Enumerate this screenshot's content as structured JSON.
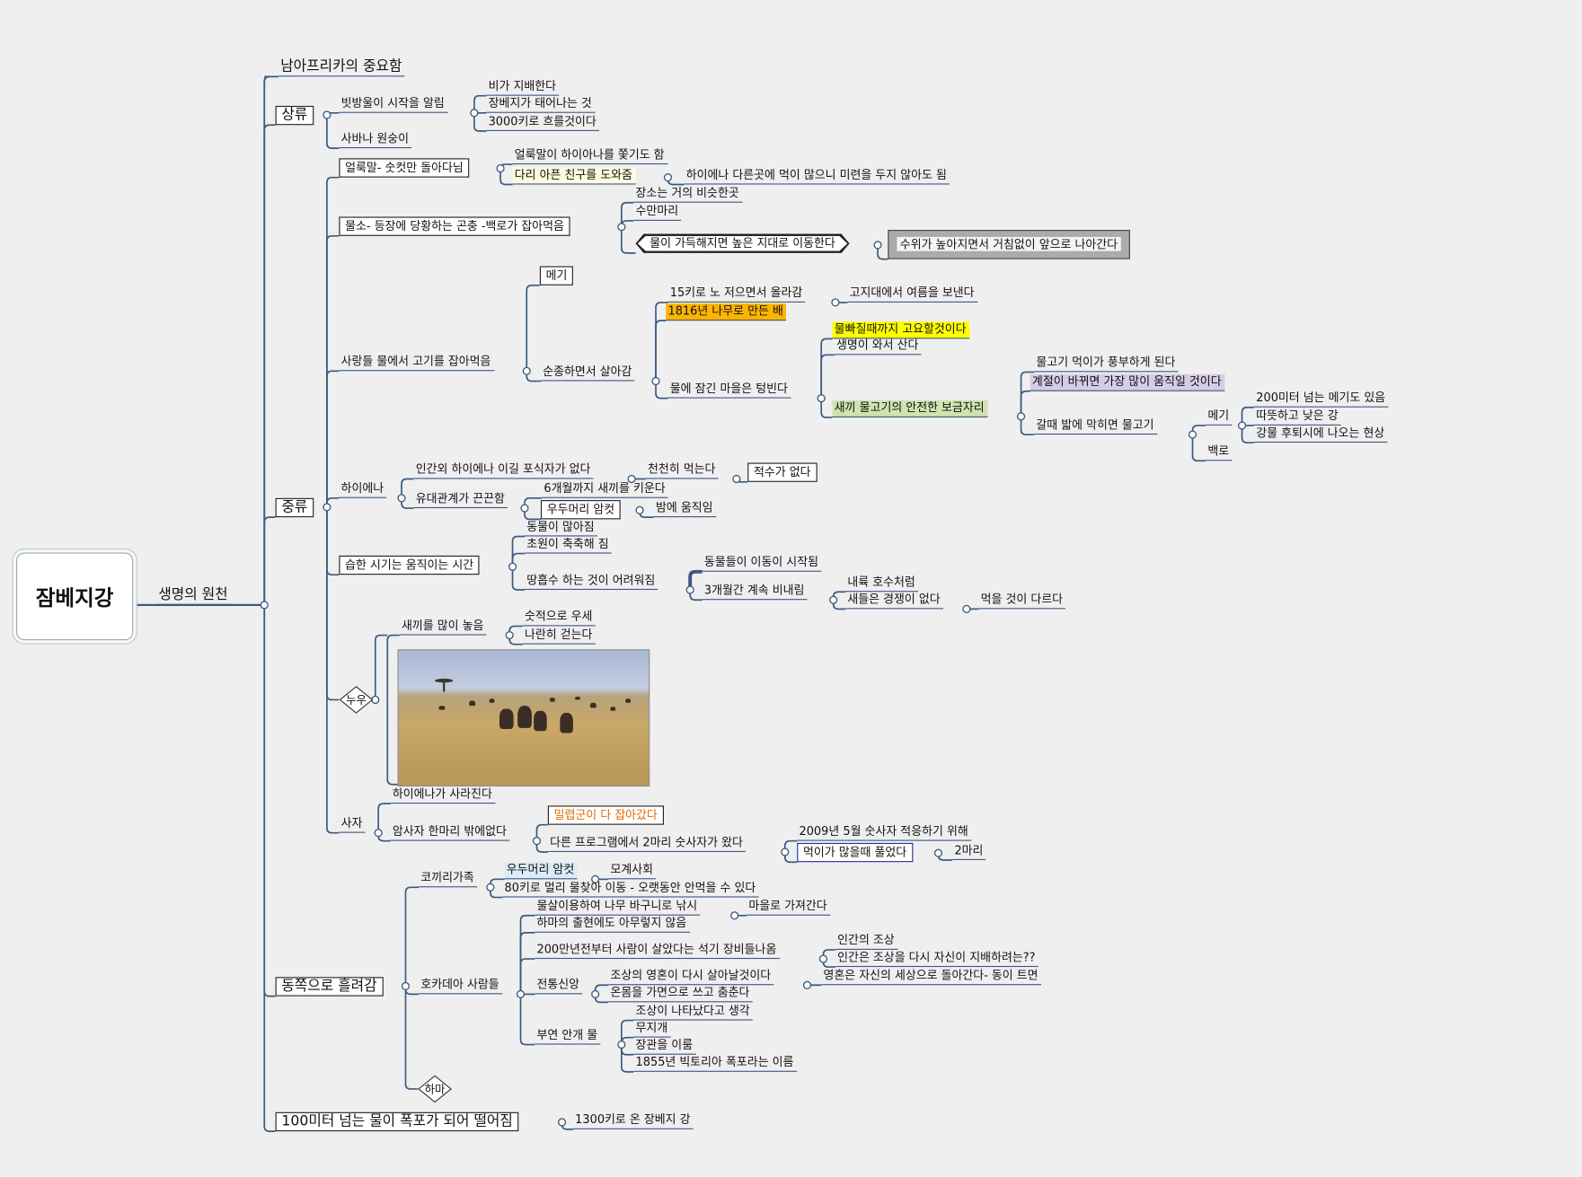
{
  "root": "잠베지강",
  "main": "생명의 원천",
  "top": {
    "importance": "남아프리카의 중요함"
  },
  "upper": {
    "label": "상류",
    "rain": "빗방울이 시작을 알림",
    "rain_children": [
      "비가 지배한다",
      "장베지가 태어나는 것",
      "3000키로 흐를것이다"
    ],
    "monkey": "사바나 원숭이"
  },
  "middle": {
    "label": "중류",
    "zebra": {
      "label": "얼룩말- 숫컷만 돌아다님",
      "chase": "얼룩말이 하이아나를 쫓기도 함",
      "help": "다리 아픈 친구를 도와줌",
      "help_child": "하이에나 다른곳에 먹이 많으니 미련을 두지 않아도 됨"
    },
    "buffalo": {
      "label": "물소- 등장에 당황하는 곤충 -백로가 잡아먹음",
      "place": "장소는 거의 비슷한곳",
      "many": "수만마리",
      "move": "물이 가득해지면 높은 지대로 이동한다",
      "move_child": "수위가 높아지면서 거침없이 앞으로 나아간다"
    },
    "fishing": {
      "label": "사랑들 물에서 고기를 잡아먹음",
      "catfish": "메기",
      "obey": "순종하면서 살아감",
      "row": "15키로 노 저으면서 올라감",
      "row_child": "고지대에서 여름을 보낸다",
      "boat": "1816년 나무로 만든 배",
      "village": "물에 잠긴 마을은 텅빈다",
      "calm": "물빠질때까지 고요할것이다",
      "life": "생명이 와서 산다",
      "nursery": "새끼 물고기의 안전한 보금자리",
      "food": "물고기 먹이가 풍부하게 된다",
      "season": "계절이 바뀌면 가장 많이 움직일 것이다",
      "blocked": "갈때 밟에 막히면 물고기",
      "catfish2": "메기",
      "catfish_children": [
        "200미터 넘는 메기도 있음",
        "따뜻하고 낮은 강",
        "강물 후퇴시에 나오는 현상"
      ],
      "egret": "백로"
    },
    "hyena": {
      "label": "하이에나",
      "no_predator": "인간외 하이에나 이길 포식자가 없다",
      "slow": "천천히 먹는다",
      "no_rival": "적수가 없다",
      "bond": "유대관계가 끈끈함",
      "six_months": "6개월까지 새끼를 키운다",
      "leader": "우두머리 암컷",
      "night": "밤에 움직임"
    },
    "wet": {
      "label": "습한 시기는 움직이는 시간",
      "more_animals": "동물이 많아짐",
      "moist": "초원이 축축해 짐",
      "absorb": "땅흡수 하는 것이 어려워짐",
      "migrate": "동물들이 이동이 시작됨",
      "rain3": "3개월간 계속 비내림",
      "lake": "내륙 호수처럼",
      "birds": "새들은 경쟁이 없다",
      "diff_food": "먹을 것이 다르다"
    },
    "gnu": {
      "label": "누우",
      "breed": "새끼를 많이 놓음",
      "numbers": "숫적으로 우세",
      "walk": "나란히 걷는다"
    },
    "lion": {
      "label": "사자",
      "hyena_gone": "하이에나가 사라진다",
      "one_female": "암사자 한마리 밖에없다",
      "poachers": "밀렵군이 다 잡아갔다",
      "two_males": "다른 프로그램에서 2마리 숫사자가 왔다",
      "adapt": "2009년 5월 숫사자 적응하기 위해",
      "released": "먹이가 많을때 풀었다",
      "two": "2마리"
    }
  },
  "east": {
    "label": "동쪽으로 흘려감",
    "elephant": {
      "label": "코끼리가족",
      "leader": "우두머리 암컷",
      "matriarchy": "모계사회",
      "travel": "80키로 멀리 물찾아 이동 - 오랫동안 안먹을 수 있다"
    },
    "people": {
      "label": "호카데아 사람들",
      "fishing": "물살이용하여 나무 바구니로 낚시",
      "to_village": "마을로 가져간다",
      "hippo_ok": "하마의 출현에도 아무렇지 않음",
      "stone": "200만년전부터 사람이 살았다는 석기 장비들나옴",
      "ancestor": "인간의 조상",
      "rule": "인간은 조상을 다시 자신이 지배하려는??",
      "belief": "전통신앙",
      "soul": "조상의 영혼이 다시 살아날것이다",
      "soul_child": "영혼은 자신의 세상으로 돌아간다- 동이 트면",
      "mask": "온몸을 가면으로 쓰고 춤춘다",
      "mist": "부연 안개 물",
      "mist_children": [
        "조상이 나타났다고 생각",
        "무지개",
        "장관을 이룸",
        "1855년 빅토리아 폭포라는 이름"
      ]
    },
    "hippo": "하마"
  },
  "falls": {
    "label": "100미터 넘는 물이 폭포가 되어 떨어짐",
    "child": "1300키로 온 장베지 강"
  }
}
